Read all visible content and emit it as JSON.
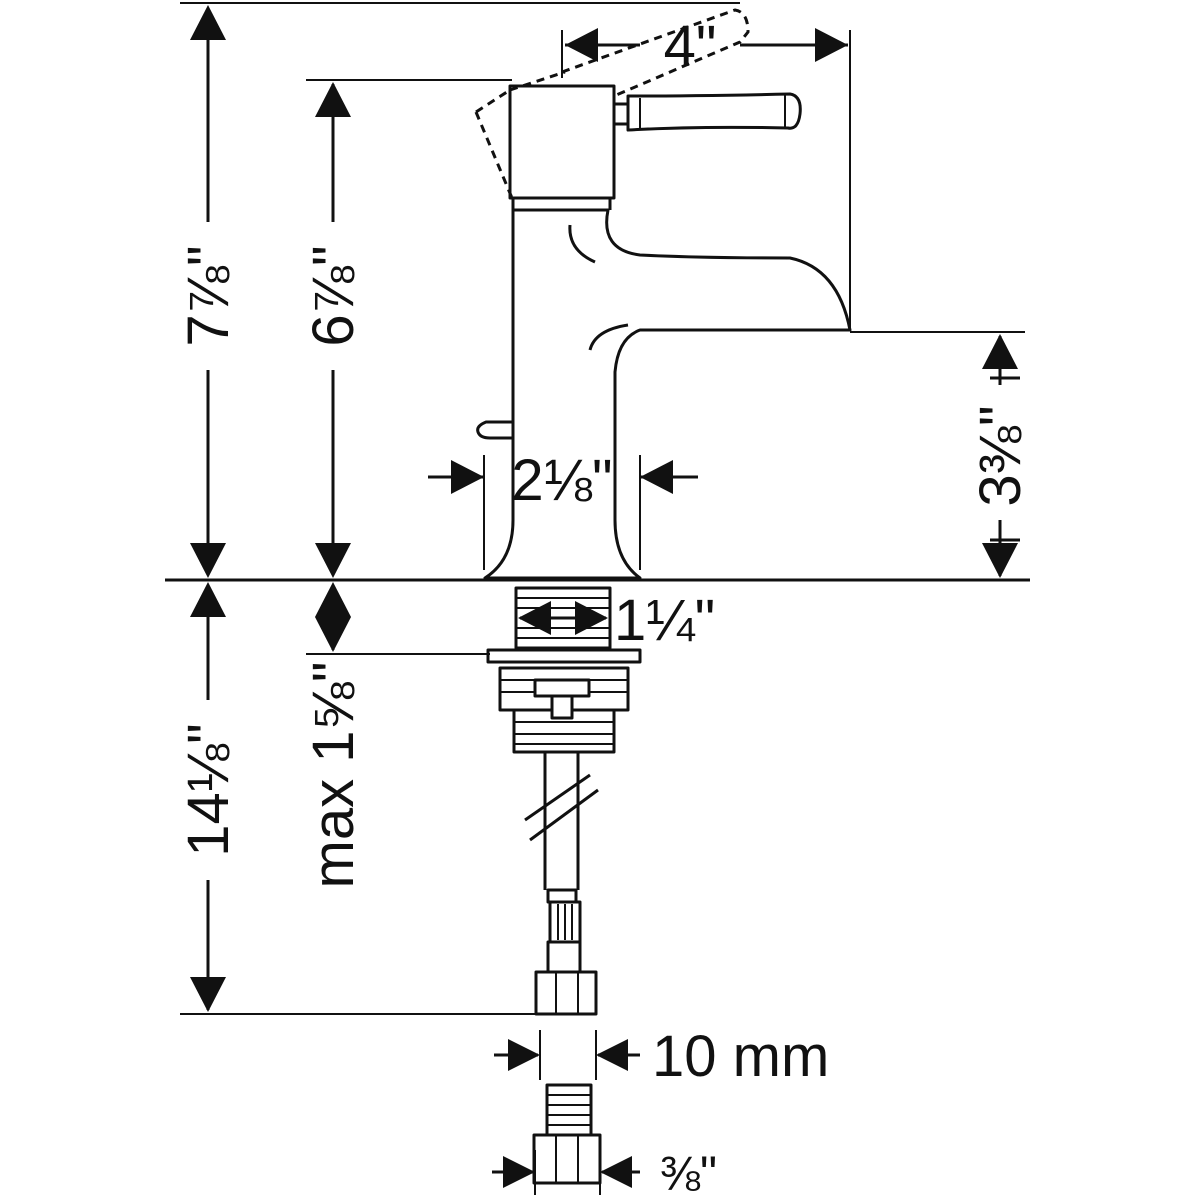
{
  "dimensions": {
    "spout_reach": "4\"",
    "total_height": "7⅞\"",
    "body_height": "6⅞\"",
    "spout_height": "3⅜\"",
    "base_width": "2⅛\"",
    "thread_diameter": "1¼\"",
    "shank_length": "14⅛\"",
    "deck_thickness": "max 1⅝\"",
    "hose_thread": "10 mm",
    "adapter_thread": "⅜\""
  },
  "colors": {
    "line": "#111111",
    "background": "#ffffff"
  }
}
